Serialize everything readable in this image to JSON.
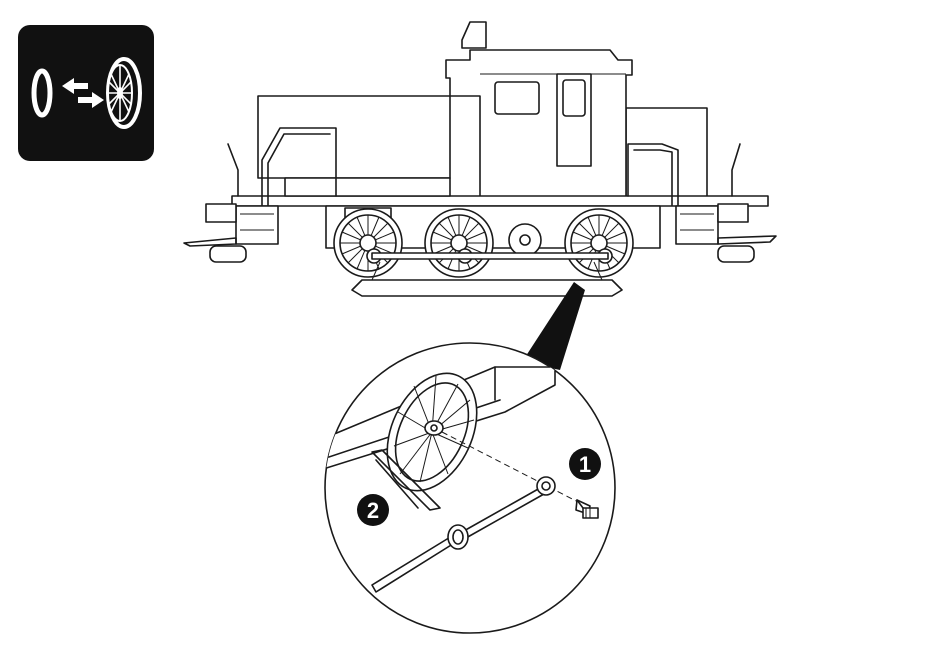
{
  "icon_panel": {
    "icon": "wheel-tire-exchange-icon",
    "background": "#111111",
    "foreground": "#ffffff"
  },
  "callouts": [
    {
      "number": "1",
      "target": "coupling-rod-screw"
    },
    {
      "number": "2",
      "target": "coupling-rod"
    }
  ],
  "colors": {
    "line": "#1a1a1a",
    "background": "#ffffff",
    "badge": "#111111"
  }
}
